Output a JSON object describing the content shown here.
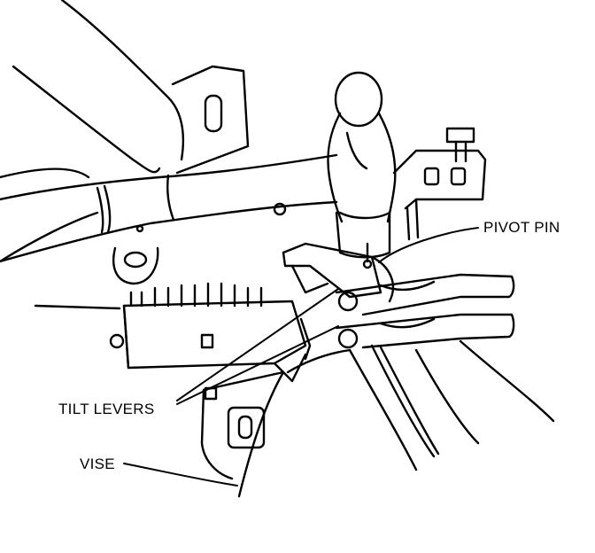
{
  "labels": {
    "pivot_pin": "PIVOT PIN",
    "tilt_levers": "TILT LEVERS",
    "vise": "VISE"
  },
  "colors": {
    "ink": "#000000",
    "paper": "#ffffff"
  }
}
